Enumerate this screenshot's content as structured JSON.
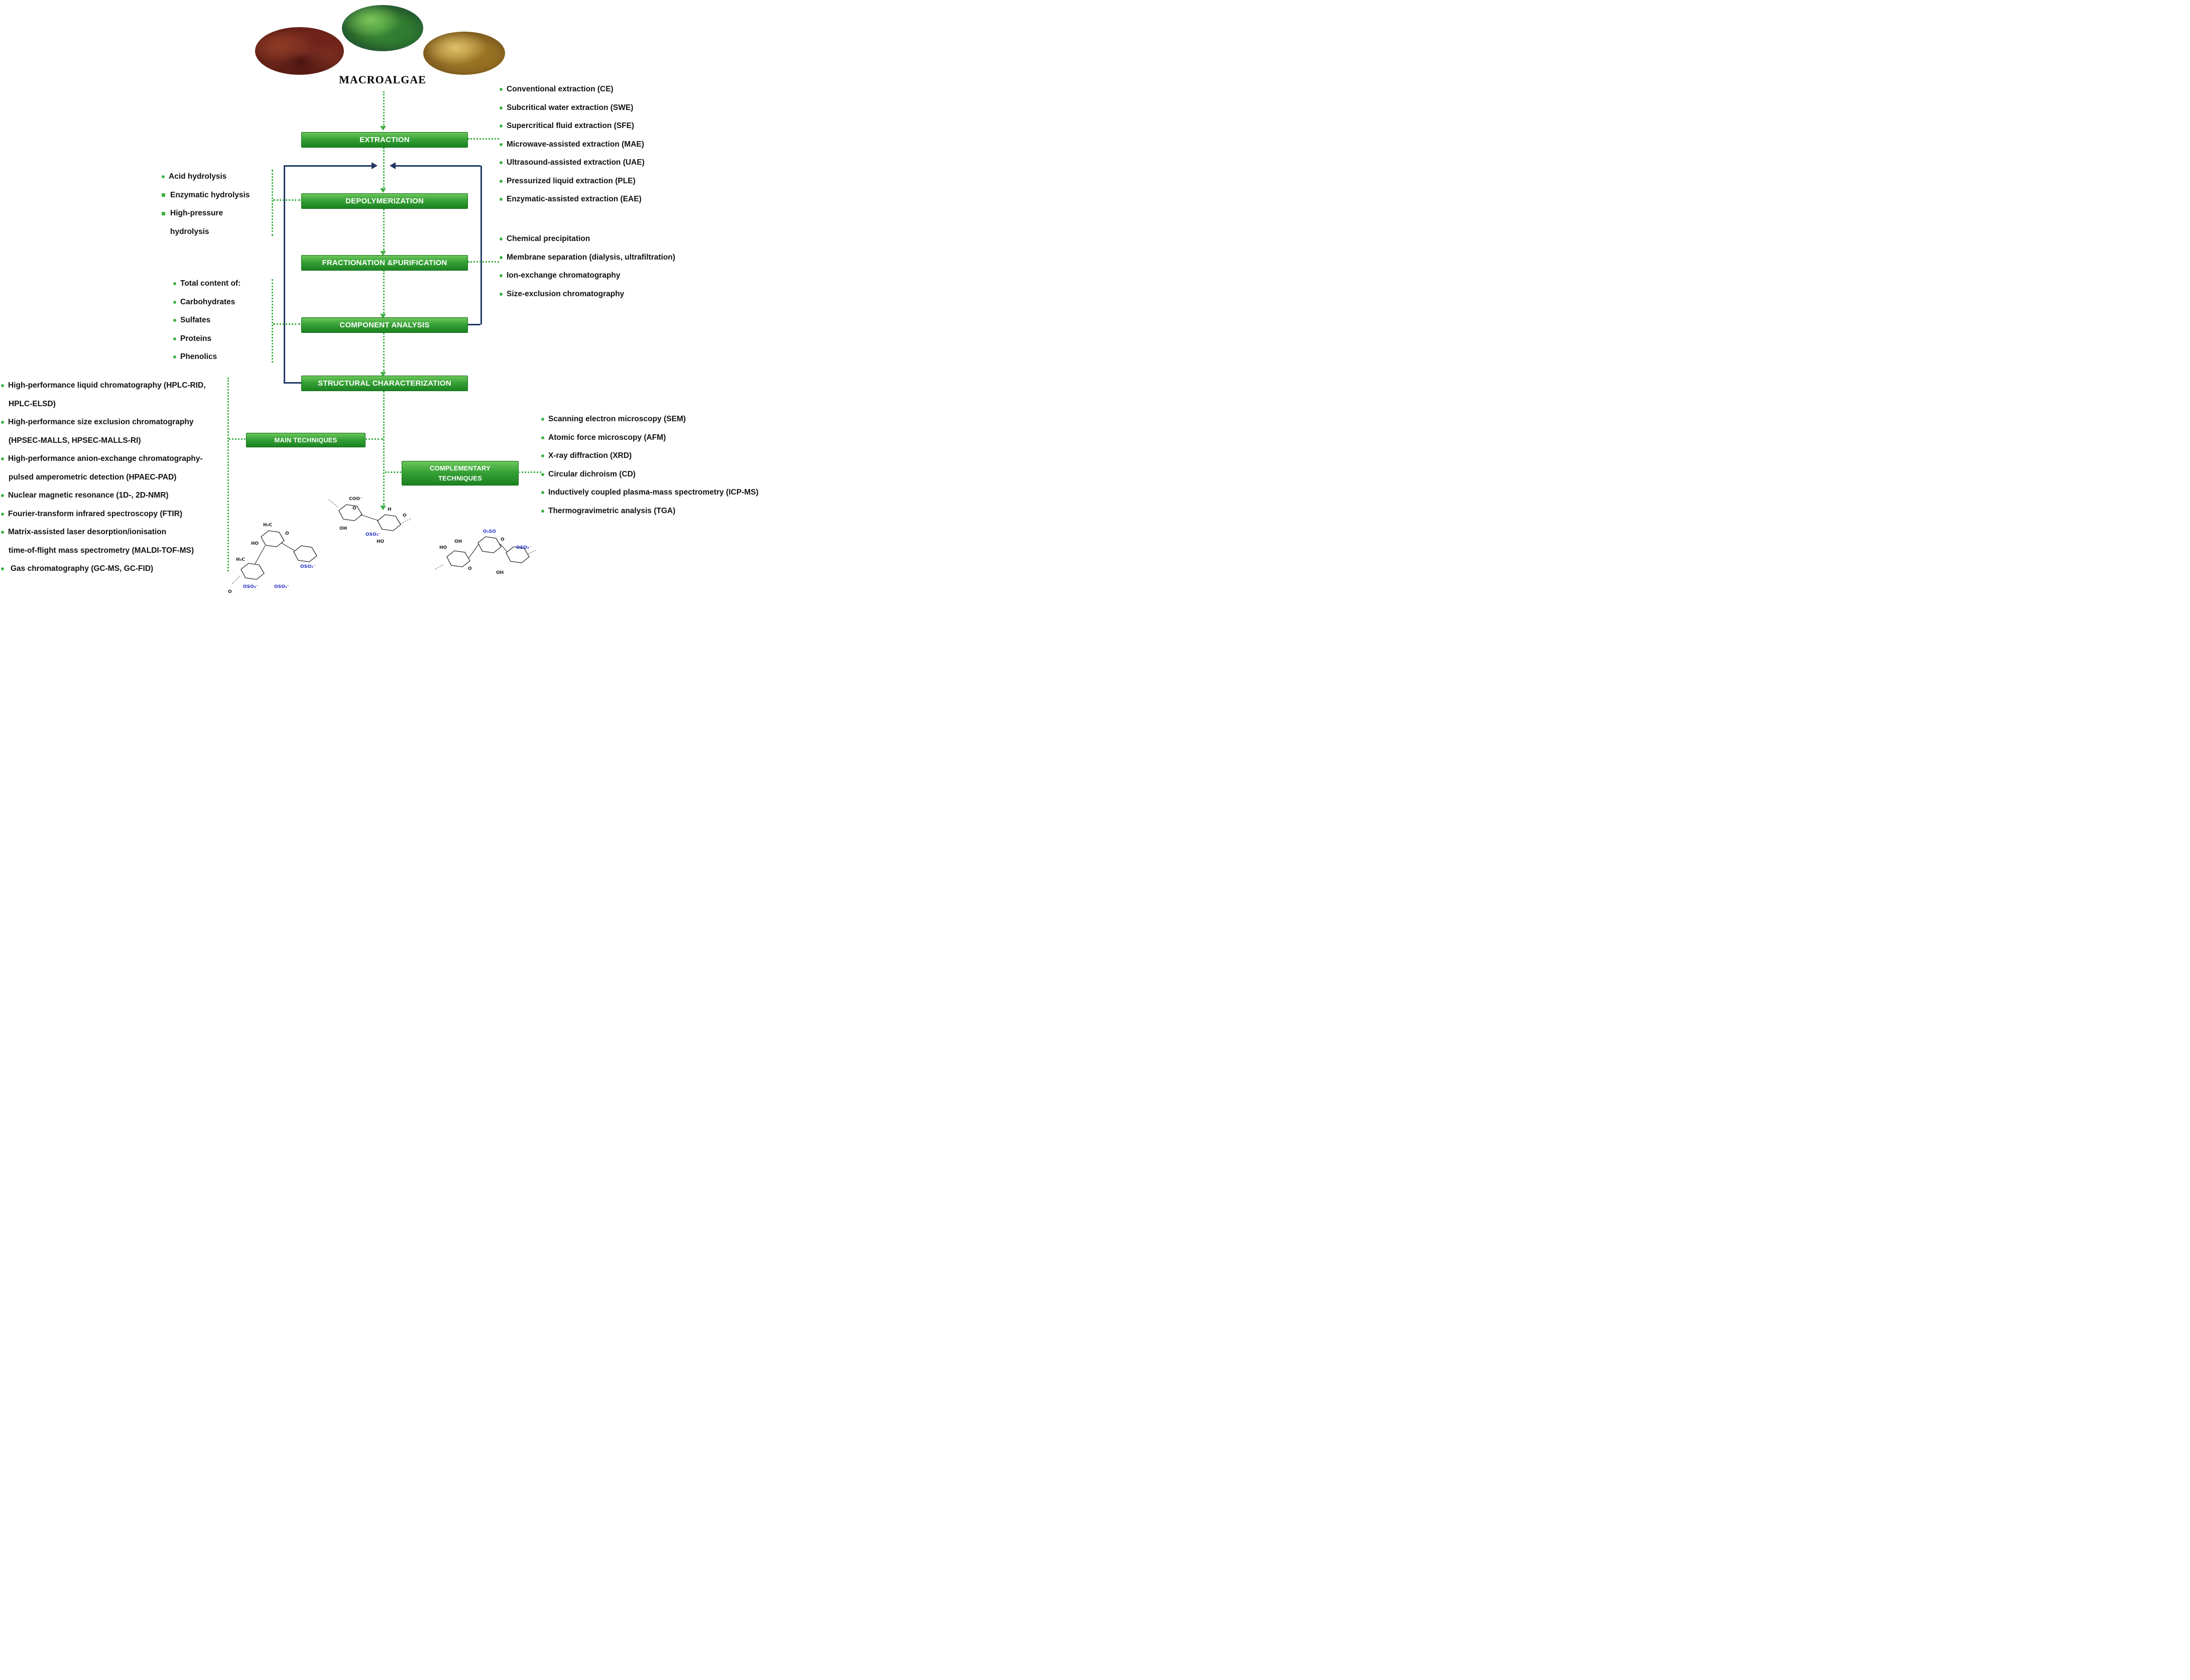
{
  "title": "MACROALGAE",
  "flow": {
    "extraction": "EXTRACTION",
    "depolymerization": "DEPOLYMERIZATION",
    "fractionation": "FRACTIONATION &PURIFICATION",
    "component": "COMPONENT ANALYSIS",
    "structural": "STRUCTURAL CHARACTERIZATION",
    "main_techniques": "MAIN TECHNIQUES",
    "complementary_line1": "COMPLEMENTARY",
    "complementary_line2": "TECHNIQUES"
  },
  "extraction_methods": [
    "Conventional extraction (CE)",
    "Subcritical water extraction (SWE)",
    "Supercritical fluid extraction (SFE)",
    "Microwave-assisted extraction (MAE)",
    "Ultrasound-assisted extraction (UAE)",
    "Pressurized liquid extraction (PLE)",
    "Enzymatic-assisted extraction (EAE)"
  ],
  "hydrolysis_methods": {
    "a": "Acid hydrolysis",
    "b": "Enzymatic hydrolysis",
    "c1": "High-pressure",
    "c2": "hydrolysis"
  },
  "purification_methods": [
    "Chemical precipitation",
    "Membrane separation (dialysis, ultrafiltration)",
    "Ion-exchange chromatography",
    "Size-exclusion chromatography"
  ],
  "component_items": [
    "Total content of:",
    "Carbohydrates",
    "Sulfates",
    "Proteins",
    "Phenolics"
  ],
  "main_techniques": [
    {
      "l1": "High-performance liquid chromatography (HPLC-RID,",
      "l2": "HPLC-ELSD)"
    },
    {
      "l1": "High-performance size exclusion chromatography",
      "l2": "(HPSEC-MALLS, HPSEC-MALLS-RI)"
    },
    {
      "l1": "High-performance anion-exchange chromatography-",
      "l2": "pulsed amperometric detection (HPAEC-PAD)"
    },
    {
      "l1": "Nuclear magnetic resonance (1D-, 2D-NMR)"
    },
    {
      "l1": "Fourier-transform infrared spectroscopy (FTIR)"
    },
    {
      "l1": "Matrix-assisted laser desorption/ionisation",
      "l2": "time-of-flight mass spectrometry (MALDI-TOF-MS)"
    },
    {
      "l1": "Gas chromatography (GC-MS, GC-FID)"
    }
  ],
  "complementary_techniques": [
    "Scanning electron microscopy (SEM)",
    "Atomic force microscopy (AFM)",
    "X-ray diffraction (XRD)",
    "Circular dichroism (CD)",
    "Inductively coupled plasma-mass spectrometry (ICP-MS)",
    "Thermogravimetric analysis (TGA)"
  ],
  "colors": {
    "accent_green": "#3cb043",
    "box_green_dark": "#157a18",
    "navy_arrow": "#1f3864",
    "sulfate_blue": "#2a35c8"
  },
  "images": {
    "red_algae": "red-macroalgae-photo",
    "green_algae": "green-macroalgae-photo",
    "brown_algae": "brown-macroalgae-photo"
  },
  "chem": {
    "a": [
      "COO⁻",
      "O",
      "OH",
      "OSO₃⁻",
      "HO",
      "H",
      "O"
    ],
    "b": [
      "H₃C",
      "O",
      "HO",
      "OSO₃⁻",
      "H₃C",
      "OSO₃⁻",
      "OSO₃⁻",
      "O"
    ],
    "c": [
      "HO",
      "OH",
      "O₃SO",
      "O",
      "OSO₃⁻",
      "OH",
      "O"
    ]
  }
}
